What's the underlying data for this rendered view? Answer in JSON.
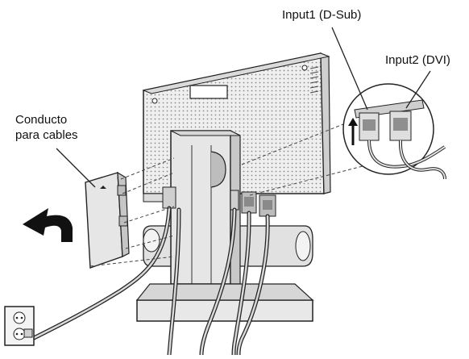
{
  "labels": {
    "input1": "Input1 (D-Sub)",
    "input2": "Input2 (DVI)",
    "cable_duct_line1": "Conducto",
    "cable_duct_line2": "para cables"
  },
  "colors": {
    "line": "#222222",
    "panel": "#e9e9e9",
    "panel_dark": "#bdbdbd",
    "background": "#ffffff"
  }
}
